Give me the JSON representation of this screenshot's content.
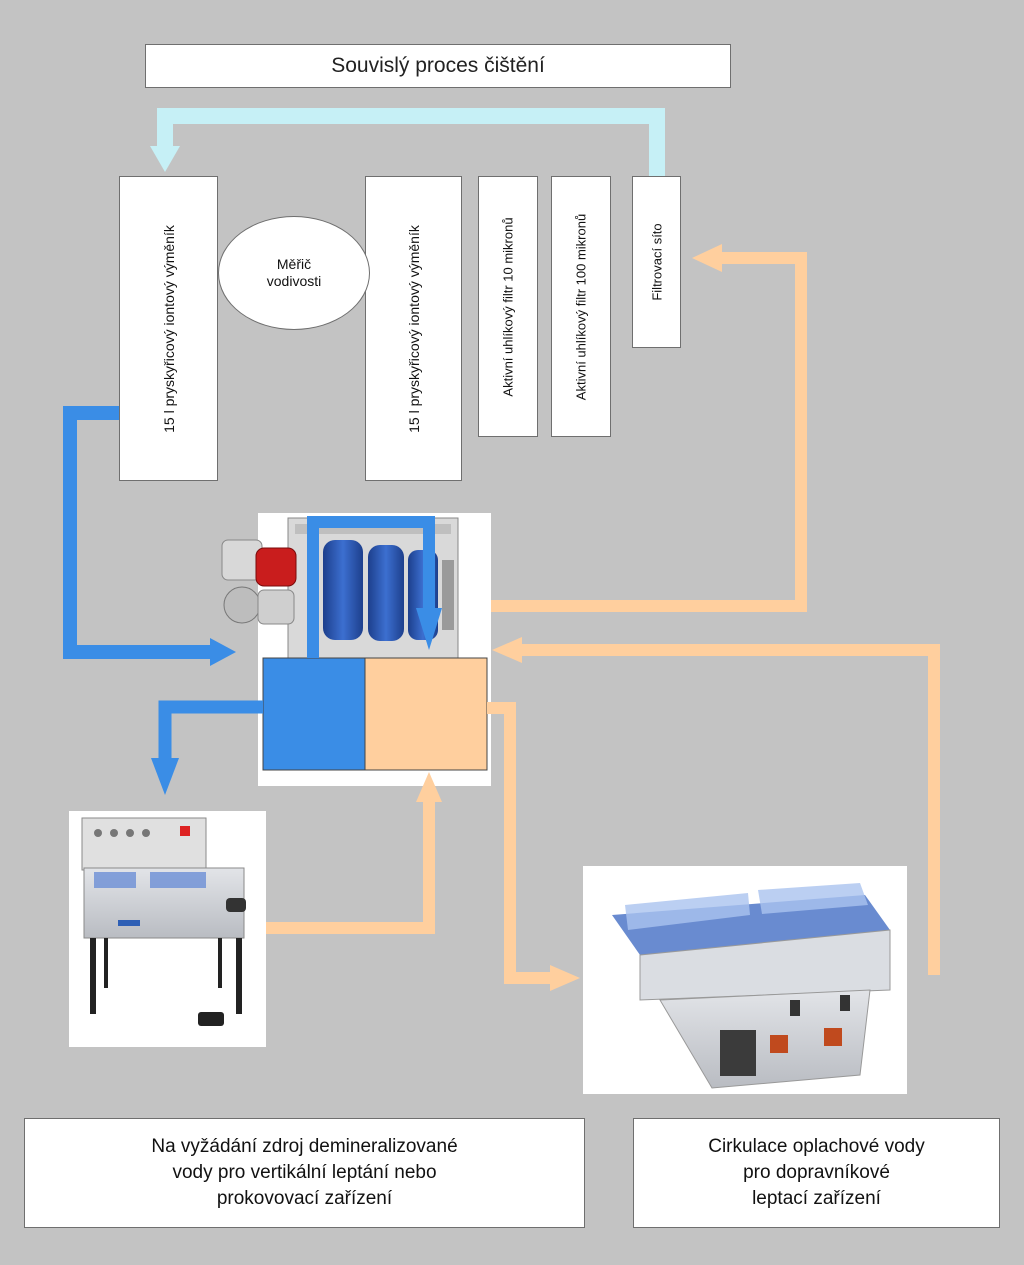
{
  "title": "Souvislý proces čištění",
  "components": {
    "exchanger_1": "15 l pryskyřicový iontový výměník",
    "meter_line1": "Měřič",
    "meter_line2": "vodivosti",
    "exchanger_2": "15 l pryskyřicový iontový výměník",
    "filter_10": "Aktivní uhlíkový filtr 10 mikronů",
    "filter_100": "Aktivní uhlíkový filtr 100 mikronů",
    "sieve": "Filtrovací síto"
  },
  "captions": {
    "left": [
      "Na vyžádání zdroj demineralizované",
      "vody pro vertikální leptání nebo",
      "prokovovací zařízení"
    ],
    "right": [
      "Cirkulace oplachové vody",
      "pro dopravníkové",
      "leptací zařízení"
    ]
  },
  "colors": {
    "background": "#c3c3c3",
    "clean_water": "#3a8de6",
    "rinse_water": "#ffcf9e",
    "return_line": "#c6f0f6"
  }
}
